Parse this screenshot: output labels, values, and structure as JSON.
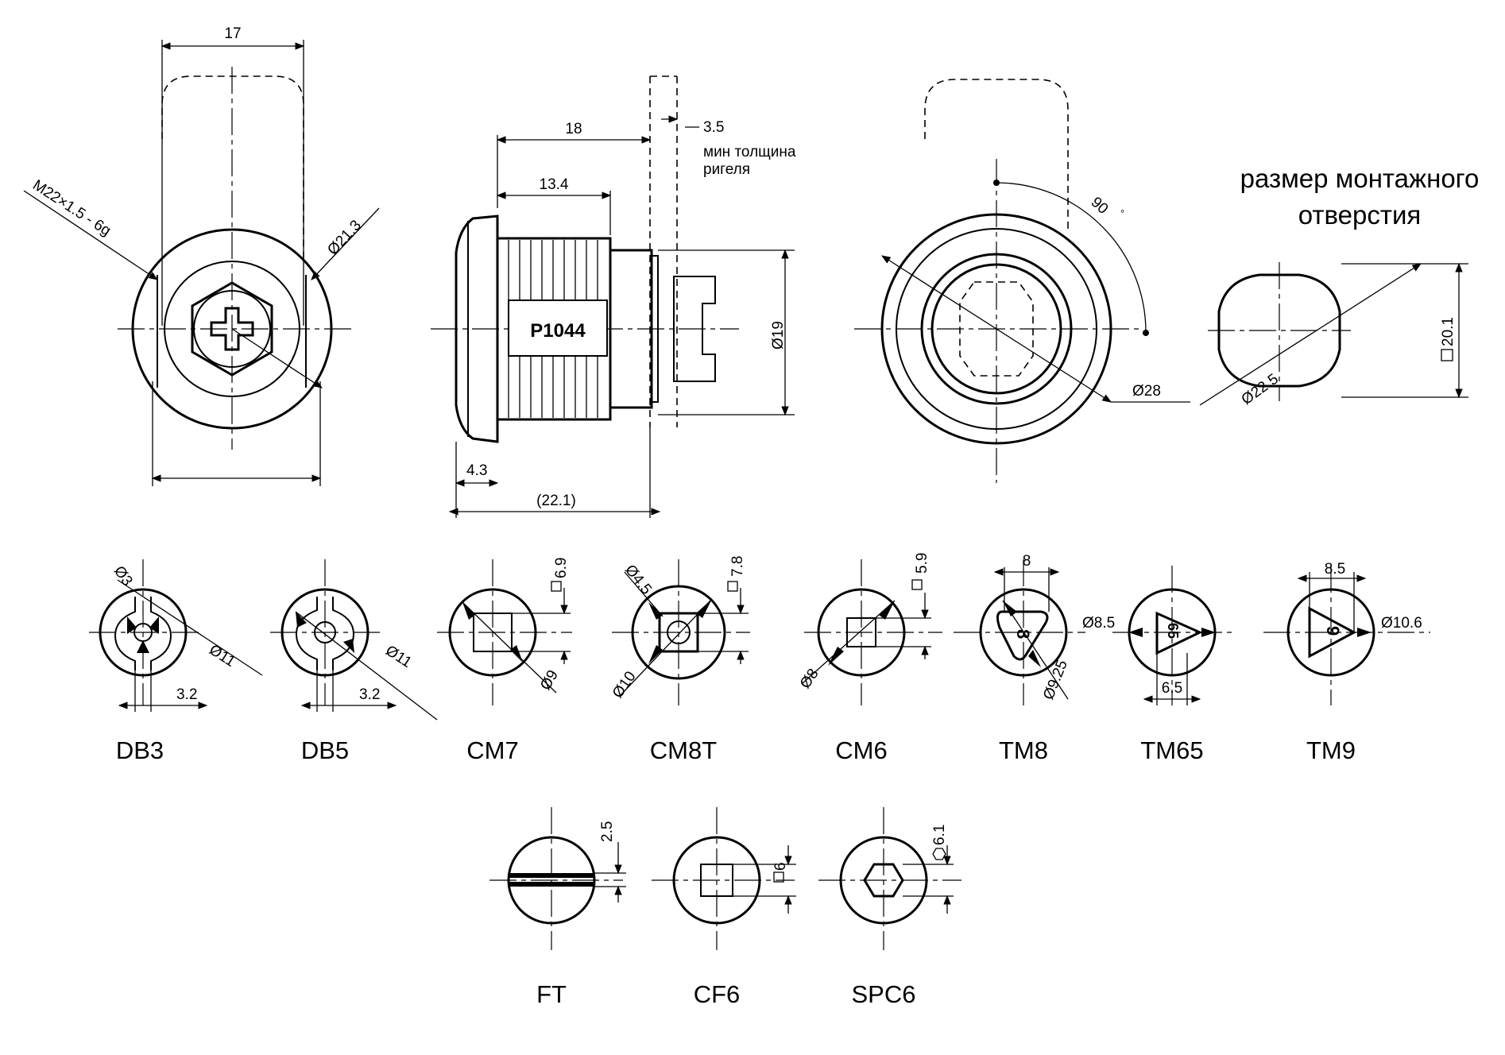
{
  "title": {
    "line1": "размер монтажного",
    "line2": "отверстия"
  },
  "dims": {
    "front_width": "17",
    "thread": "M22×1.5 - 6g",
    "front_dia": "Ø21.3",
    "len_18": "18",
    "len_13_4": "13.4",
    "min_thick": "3.5",
    "note1": "мин толщина",
    "note2": "ригеля",
    "dia19": "Ø19",
    "body_mark": "P1044",
    "flange": "4.3",
    "total": "(22.1)",
    "angle": "90",
    "dia28": "Ø28",
    "sq20": "20.1",
    "dia22_5": "Ø22.5"
  },
  "key_types_row1": [
    {
      "label": "DB3",
      "d1": "Ø3",
      "d2": "Ø11",
      "w": "3.2"
    },
    {
      "label": "DB5",
      "d2": "Ø11",
      "w": "3.2"
    },
    {
      "label": "CM7",
      "sq": "6.9",
      "d": "Ø9"
    },
    {
      "label": "CM8T",
      "d1": "Ø4.5",
      "sq": "7.8",
      "d": "Ø10"
    },
    {
      "label": "CM6",
      "sq": "5.9",
      "d": "Ø8"
    },
    {
      "label": "TM8",
      "top": "8",
      "d": "Ø9.25",
      "mark": "8"
    },
    {
      "label": "TM65",
      "d": "Ø8.5",
      "bot": "6.5",
      "mark": "65"
    },
    {
      "label": "TM9",
      "top": "8.5",
      "d": "Ø10.6",
      "mark": "9"
    }
  ],
  "key_types_row2": [
    {
      "label": "FT",
      "w": "2.5"
    },
    {
      "label": "CF6",
      "sq": "6"
    },
    {
      "label": "SPC6",
      "hex": "6.1"
    }
  ],
  "colors": {
    "ink": "#000000",
    "paper": "#ffffff"
  }
}
